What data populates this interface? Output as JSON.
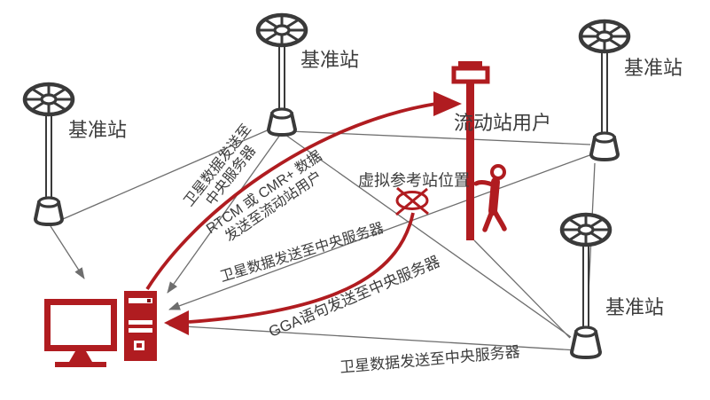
{
  "diagram_title": "VRS network RTK data-flow diagram",
  "colors": {
    "accent_red": "#b01c20",
    "network_line_gray": "#6e6e6e",
    "icon_outline_dark": "#3a3a3a",
    "text_dark": "#3c3c3c"
  },
  "stations": [
    {
      "id": "left",
      "label": "基准站"
    },
    {
      "id": "top-middle",
      "label": "基准站"
    },
    {
      "id": "top-right",
      "label": "基准站"
    },
    {
      "id": "bottom-right",
      "label": "基准站"
    }
  ],
  "rover": {
    "label": "流动站用户"
  },
  "virtual_station": {
    "label": "虚拟参考站位置"
  },
  "flows": {
    "sat_left": {
      "line1": "卫星数据发送至",
      "line2": "中央服务器"
    },
    "rtcm": {
      "line1": "RTCM 或 CMR+ 数据",
      "line2": "发送至流动站用户"
    },
    "sat_mid": {
      "text": "卫星数据发送至中央服务器"
    },
    "gga": {
      "text": "GGA语句发送至中央服务器"
    },
    "sat_bottom": {
      "text": "卫星数据发送至中央服务器"
    }
  }
}
